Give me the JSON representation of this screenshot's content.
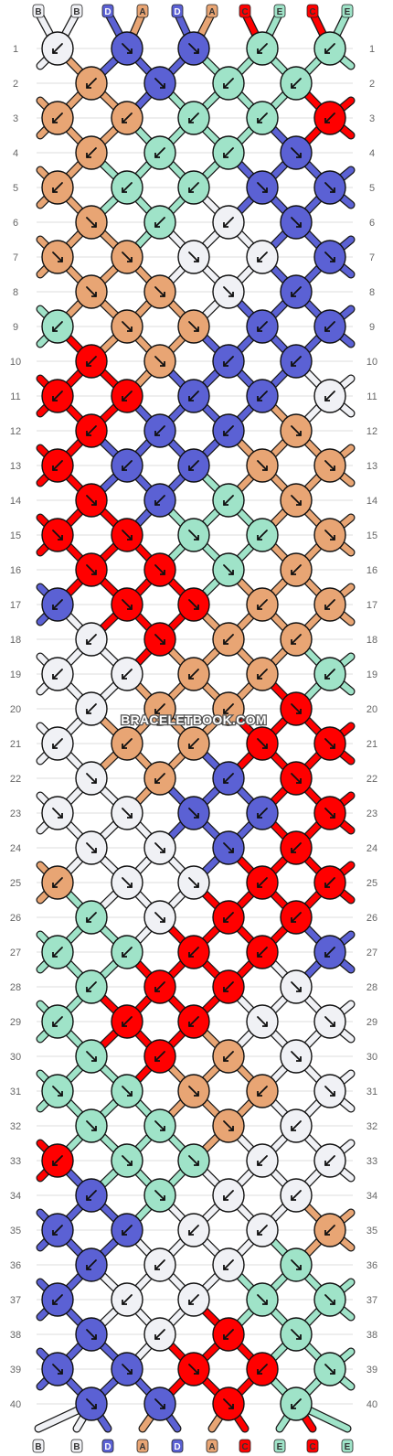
{
  "watermark": "BRACELETBOOK.COM",
  "colors": {
    "W": "#f0f1f5",
    "O": "#e8a574",
    "B": "#5b61d4",
    "G": "#9fe3c8",
    "R": "#ff0000"
  },
  "strand_labels": {
    "top": [
      "B",
      "B",
      "D",
      "A",
      "D",
      "A",
      "C",
      "E",
      "C",
      "E"
    ],
    "bottom": [
      "B",
      "B",
      "D",
      "A",
      "D",
      "A",
      "C",
      "E",
      "C",
      "E"
    ],
    "label_colors": [
      "W",
      "W",
      "B",
      "O",
      "B",
      "O",
      "R",
      "G",
      "R",
      "G"
    ]
  },
  "rows": [
    {
      "num": "1",
      "knots": [
        "W",
        "B",
        "B",
        "G",
        "G"
      ],
      "dirs": [
        "sw",
        "se",
        "se",
        "sw",
        "sw"
      ]
    },
    {
      "num": "2",
      "knots": [
        "O",
        "B",
        "G",
        "G"
      ],
      "dirs": [
        "sw",
        "se",
        "sw",
        "sw"
      ]
    },
    {
      "num": "3",
      "knots": [
        "O",
        "O",
        "G",
        "G",
        "R"
      ],
      "dirs": [
        "sw",
        "sw",
        "sw",
        "sw",
        "sw"
      ]
    },
    {
      "num": "4",
      "knots": [
        "O",
        "G",
        "G",
        "B"
      ],
      "dirs": [
        "sw",
        "sw",
        "sw",
        "se"
      ]
    },
    {
      "num": "5",
      "knots": [
        "O",
        "G",
        "G",
        "B",
        "B"
      ],
      "dirs": [
        "sw",
        "sw",
        "sw",
        "se",
        "se"
      ]
    },
    {
      "num": "6",
      "knots": [
        "O",
        "G",
        "W",
        "B"
      ],
      "dirs": [
        "se",
        "sw",
        "sw",
        "se"
      ]
    },
    {
      "num": "7",
      "knots": [
        "O",
        "O",
        "W",
        "W",
        "B"
      ],
      "dirs": [
        "se",
        "se",
        "se",
        "sw",
        "se"
      ]
    },
    {
      "num": "8",
      "knots": [
        "O",
        "O",
        "W",
        "B"
      ],
      "dirs": [
        "se",
        "se",
        "se",
        "sw"
      ]
    },
    {
      "num": "9",
      "knots": [
        "G",
        "O",
        "O",
        "B",
        "B"
      ],
      "dirs": [
        "sw",
        "se",
        "se",
        "sw",
        "sw"
      ]
    },
    {
      "num": "10",
      "knots": [
        "R",
        "O",
        "B",
        "B"
      ],
      "dirs": [
        "sw",
        "se",
        "sw",
        "sw"
      ]
    },
    {
      "num": "11",
      "knots": [
        "R",
        "R",
        "B",
        "B",
        "W"
      ],
      "dirs": [
        "sw",
        "sw",
        "sw",
        "sw",
        "sw"
      ]
    },
    {
      "num": "12",
      "knots": [
        "R",
        "B",
        "B",
        "O"
      ],
      "dirs": [
        "sw",
        "sw",
        "sw",
        "se"
      ]
    },
    {
      "num": "13",
      "knots": [
        "R",
        "B",
        "B",
        "O",
        "O"
      ],
      "dirs": [
        "sw",
        "sw",
        "sw",
        "se",
        "se"
      ]
    },
    {
      "num": "14",
      "knots": [
        "R",
        "B",
        "G",
        "O"
      ],
      "dirs": [
        "se",
        "sw",
        "sw",
        "se"
      ]
    },
    {
      "num": "15",
      "knots": [
        "R",
        "R",
        "G",
        "G",
        "O"
      ],
      "dirs": [
        "se",
        "se",
        "se",
        "sw",
        "se"
      ]
    },
    {
      "num": "16",
      "knots": [
        "R",
        "R",
        "G",
        "O"
      ],
      "dirs": [
        "se",
        "se",
        "se",
        "sw"
      ]
    },
    {
      "num": "17",
      "knots": [
        "B",
        "R",
        "R",
        "O",
        "O"
      ],
      "dirs": [
        "sw",
        "se",
        "se",
        "sw",
        "sw"
      ]
    },
    {
      "num": "18",
      "knots": [
        "W",
        "R",
        "O",
        "O"
      ],
      "dirs": [
        "sw",
        "se",
        "sw",
        "sw"
      ]
    },
    {
      "num": "19",
      "knots": [
        "W",
        "W",
        "O",
        "O",
        "G"
      ],
      "dirs": [
        "sw",
        "sw",
        "sw",
        "sw",
        "sw"
      ]
    },
    {
      "num": "20",
      "knots": [
        "W",
        "O",
        "O",
        "R"
      ],
      "dirs": [
        "sw",
        "sw",
        "sw",
        "se"
      ]
    },
    {
      "num": "21",
      "knots": [
        "W",
        "O",
        "O",
        "R",
        "R"
      ],
      "dirs": [
        "sw",
        "sw",
        "sw",
        "se",
        "se"
      ]
    },
    {
      "num": "22",
      "knots": [
        "W",
        "O",
        "B",
        "R"
      ],
      "dirs": [
        "se",
        "sw",
        "sw",
        "se"
      ]
    },
    {
      "num": "23",
      "knots": [
        "W",
        "W",
        "B",
        "B",
        "R"
      ],
      "dirs": [
        "se",
        "se",
        "se",
        "sw",
        "se"
      ]
    },
    {
      "num": "24",
      "knots": [
        "W",
        "W",
        "B",
        "R"
      ],
      "dirs": [
        "se",
        "se",
        "se",
        "sw"
      ]
    },
    {
      "num": "25",
      "knots": [
        "O",
        "W",
        "W",
        "R",
        "R"
      ],
      "dirs": [
        "sw",
        "se",
        "se",
        "sw",
        "sw"
      ]
    },
    {
      "num": "26",
      "knots": [
        "G",
        "W",
        "R",
        "R"
      ],
      "dirs": [
        "sw",
        "se",
        "sw",
        "sw"
      ]
    },
    {
      "num": "27",
      "knots": [
        "G",
        "G",
        "R",
        "R",
        "B"
      ],
      "dirs": [
        "sw",
        "sw",
        "sw",
        "sw",
        "sw"
      ]
    },
    {
      "num": "28",
      "knots": [
        "G",
        "R",
        "R",
        "W"
      ],
      "dirs": [
        "sw",
        "sw",
        "sw",
        "se"
      ]
    },
    {
      "num": "29",
      "knots": [
        "G",
        "R",
        "R",
        "W",
        "W"
      ],
      "dirs": [
        "sw",
        "sw",
        "sw",
        "se",
        "se"
      ]
    },
    {
      "num": "30",
      "knots": [
        "G",
        "R",
        "O",
        "W"
      ],
      "dirs": [
        "se",
        "sw",
        "sw",
        "se"
      ]
    },
    {
      "num": "31",
      "knots": [
        "G",
        "G",
        "O",
        "O",
        "W"
      ],
      "dirs": [
        "se",
        "se",
        "se",
        "sw",
        "se"
      ]
    },
    {
      "num": "32",
      "knots": [
        "G",
        "G",
        "O",
        "W"
      ],
      "dirs": [
        "se",
        "se",
        "se",
        "sw"
      ]
    },
    {
      "num": "33",
      "knots": [
        "R",
        "G",
        "G",
        "W",
        "W"
      ],
      "dirs": [
        "sw",
        "se",
        "se",
        "sw",
        "sw"
      ]
    },
    {
      "num": "34",
      "knots": [
        "B",
        "G",
        "W",
        "W"
      ],
      "dirs": [
        "sw",
        "se",
        "sw",
        "sw"
      ]
    },
    {
      "num": "35",
      "knots": [
        "B",
        "B",
        "W",
        "W",
        "O"
      ],
      "dirs": [
        "sw",
        "sw",
        "sw",
        "sw",
        "sw"
      ]
    },
    {
      "num": "36",
      "knots": [
        "B",
        "W",
        "W",
        "G"
      ],
      "dirs": [
        "sw",
        "sw",
        "sw",
        "se"
      ]
    },
    {
      "num": "37",
      "knots": [
        "B",
        "W",
        "W",
        "G",
        "G"
      ],
      "dirs": [
        "sw",
        "sw",
        "sw",
        "se",
        "se"
      ]
    },
    {
      "num": "38",
      "knots": [
        "B",
        "W",
        "R",
        "G"
      ],
      "dirs": [
        "se",
        "sw",
        "sw",
        "se"
      ]
    },
    {
      "num": "39",
      "knots": [
        "B",
        "B",
        "R",
        "R",
        "G"
      ],
      "dirs": [
        "se",
        "se",
        "se",
        "sw",
        "se"
      ]
    },
    {
      "num": "40",
      "knots": [
        "B",
        "B",
        "R",
        "G"
      ],
      "dirs": [
        "se",
        "se",
        "se",
        "sw"
      ]
    }
  ]
}
